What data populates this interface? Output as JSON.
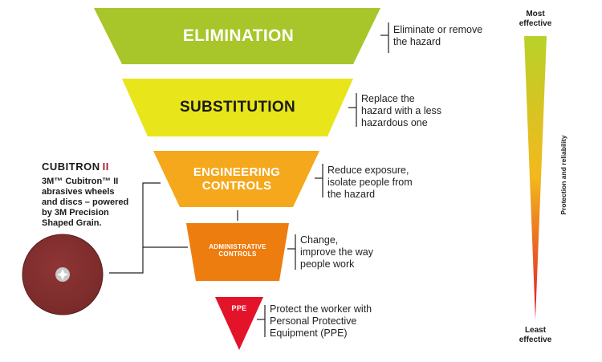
{
  "levels": [
    {
      "label": "ELIMINATION",
      "description": [
        "Eliminate or remove",
        "the hazard"
      ],
      "color": "#a8c52a",
      "text_color": "#ffffff"
    },
    {
      "label": "SUBSTITUTION",
      "description": [
        "Replace the",
        "hazard with a less",
        "hazardous one"
      ],
      "color": "#e8e51a",
      "text_color": "#1a1a1a"
    },
    {
      "label_lines": [
        "ENGINEERING",
        "CONTROLS"
      ],
      "description": [
        "Reduce exposure,",
        "isolate people from",
        "the hazard"
      ],
      "color": "#f5a81c",
      "text_color": "#ffffff"
    },
    {
      "label_lines": [
        "ADMINISTRATIVE",
        "CONTROLS"
      ],
      "description": [
        "Change,",
        "improve the way",
        "people work"
      ],
      "color": "#ee7d10",
      "text_color": "#ffffff"
    },
    {
      "label": "PPE",
      "description": [
        "Protect the worker with",
        "Personal Protective",
        "Equipment (PPE)"
      ],
      "color": "#e3132a",
      "text_color": "#ffffff"
    }
  ],
  "product": {
    "logo": "CUBITRON",
    "logo_suffix": "II",
    "text_lines": [
      "3M™ Cubitron™ II",
      "abrasives wheels",
      "and discs – powered",
      "by 3M Precision",
      "Shaped Grain."
    ],
    "disc_color": "#7a2a2a"
  },
  "scale": {
    "top_lines": [
      "Most",
      "effective"
    ],
    "bottom_lines": [
      "Least",
      "effective"
    ],
    "side_label": "Protection and reliability",
    "gradient_top": "#b9d12a",
    "gradient_mid": "#f3b81c",
    "gradient_bottom": "#e3132a"
  }
}
